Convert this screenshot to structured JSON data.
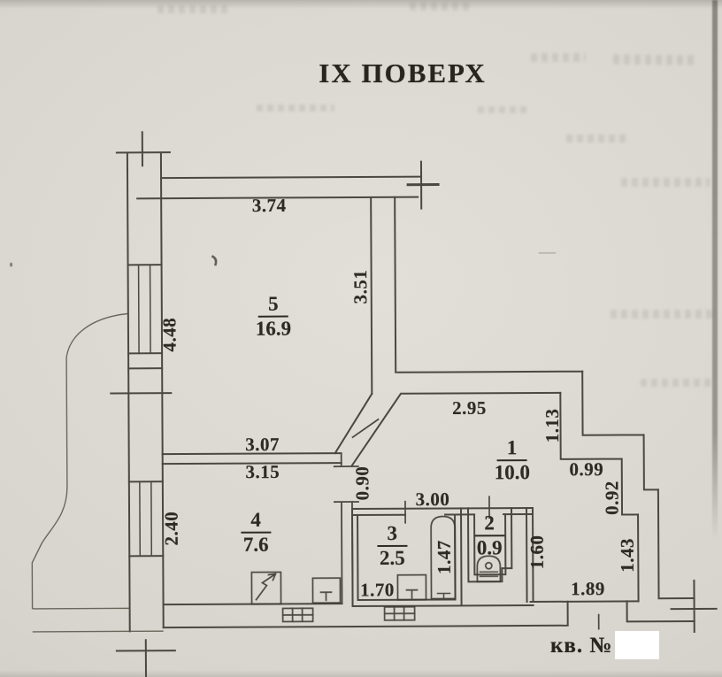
{
  "title": "IX ПОВЕРХ",
  "apartment_caption": "кв. №",
  "rooms": {
    "r5": {
      "num": "5",
      "area": "16.9"
    },
    "r4": {
      "num": "4",
      "area": "7.6"
    },
    "r3": {
      "num": "3",
      "area": "2.5"
    },
    "r2": {
      "num": "2",
      "area": "0.9"
    },
    "r1": {
      "num": "1",
      "area": "10.0"
    }
  },
  "dims": {
    "d374": "3.74",
    "d351": "3.51",
    "d448": "4.48",
    "d295": "2.95",
    "d113": "1.13",
    "d307": "3.07",
    "d315": "3.15",
    "d090": "0.90",
    "d240": "2.40",
    "d300": "3.00",
    "d099": "0.99",
    "d092": "0.92",
    "d147": "1.47",
    "d170": "1.70",
    "d160": "1.60",
    "d143": "1.43",
    "d189": "1.89"
  },
  "colors": {
    "ink": "#3e3c36",
    "paper_light": "#e2dfd8",
    "paper_dark": "#c5c2bb"
  }
}
